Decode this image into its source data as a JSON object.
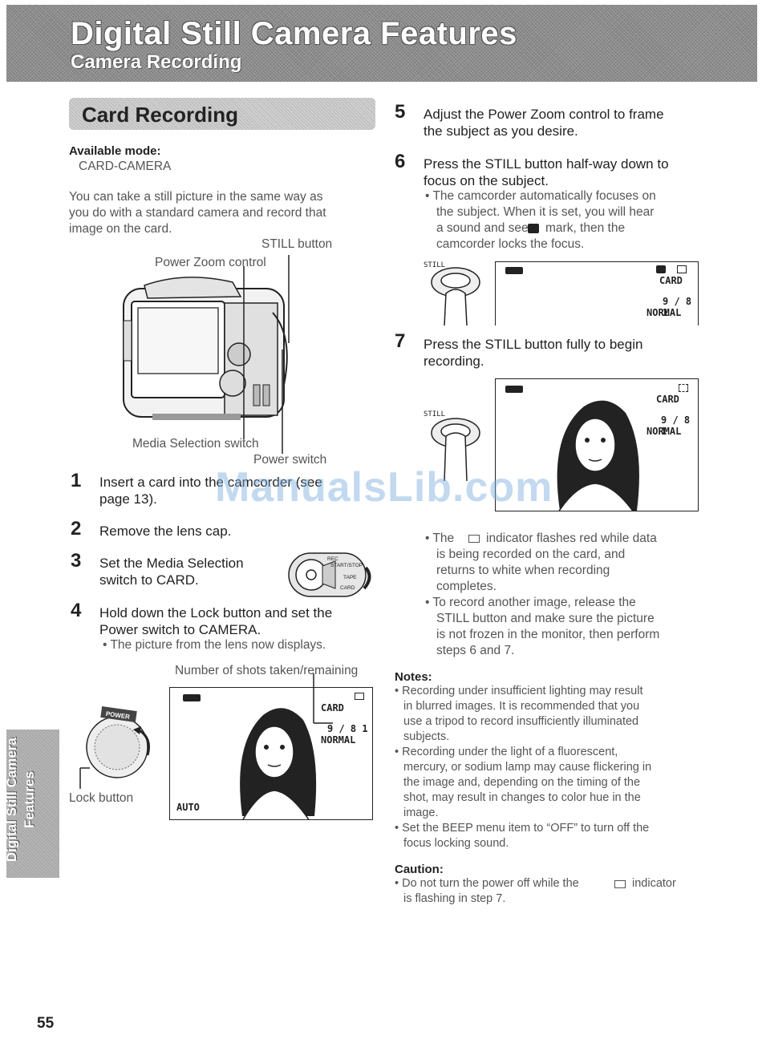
{
  "header": {
    "title": "Digital Still Camera Features",
    "subtitle": "Camera Recording"
  },
  "section": {
    "title": "Card Recording"
  },
  "available_mode": {
    "label": "Available mode:",
    "value": "CARD-CAMERA"
  },
  "intro": [
    "You can take a still picture in the same way as",
    "you do with a standard camera and record that",
    "image on the card."
  ],
  "camera_figure": {
    "still_button": "STILL button",
    "power_zoom": "Power Zoom control",
    "media_selection": "Media Selection switch",
    "power_switch": "Power switch"
  },
  "steps_left": [
    {
      "num": "1",
      "lines": [
        "Insert a card into the camcorder (see",
        "page 13)."
      ]
    },
    {
      "num": "2",
      "lines": [
        "Remove the lens cap."
      ]
    },
    {
      "num": "3",
      "lines": [
        "Set the Media Selection",
        "switch to CARD."
      ]
    },
    {
      "num": "4",
      "lines": [
        "Hold down the Lock button and set the",
        "Power switch to CAMERA."
      ]
    }
  ],
  "step4_bullet": "• The picture from the lens now displays.",
  "mode_switch": {
    "rec": "REC",
    "startstop": "START/STOP",
    "tape": "TAPE",
    "card": "CARD"
  },
  "shots_label": "Number of shots taken/remaining",
  "dial": {
    "power": "POWER",
    "lock_button": "Lock button"
  },
  "screen_main": {
    "card": "CARD",
    "count": "9 / 8 1",
    "quality": "NORMAL",
    "auto": "AUTO"
  },
  "steps_right": [
    {
      "num": "5",
      "lines": [
        "Adjust the Power Zoom control to frame",
        "the subject as you desire."
      ]
    },
    {
      "num": "6",
      "lines": [
        "Press the STILL button half-way down to",
        "focus on the subject."
      ]
    },
    {
      "num": "7",
      "lines": [
        "Press the STILL button fully to begin",
        "recording."
      ]
    }
  ],
  "step6_bullet": [
    "• The camcorder automatically focuses on",
    "the subject. When it is set, you will hear",
    "a sound and see",
    "mark, then the",
    "camcorder locks the focus."
  ],
  "still_label": "STILL",
  "screen_focus": {
    "card": "CARD",
    "count": "9 / 8 1",
    "quality": "NORMAL"
  },
  "screen_record": {
    "card": "CARD",
    "count": "9 / 8 1",
    "quality": "NORMAL"
  },
  "step7_bullets": [
    [
      "• The",
      "indicator flashes red while data",
      "is being recorded on the card, and",
      "returns to white when recording",
      "completes."
    ],
    [
      "• To record another image, release the",
      "STILL button and make sure the picture",
      "is not frozen in the monitor, then perform",
      "steps 6 and 7."
    ]
  ],
  "notes": {
    "label": "Notes:",
    "items": [
      [
        "• Recording under insufficient lighting may result",
        "in blurred images. It is recommended that you",
        "use a tripod to record insufficiently illuminated",
        "subjects."
      ],
      [
        "• Recording under the light of a fluorescent,",
        "mercury, or sodium lamp may cause flickering in",
        "the image and, depending on the timing of the",
        "shot, may result in changes to color hue in the",
        "image."
      ],
      [
        "• Set the BEEP menu item to “OFF” to turn off the",
        "focus locking sound."
      ]
    ]
  },
  "caution": {
    "label": "Caution:",
    "lines": [
      "• Do not turn the power off while the",
      "indicator",
      "is flashing in step 7."
    ]
  },
  "side_tab": [
    "Digital Still Camera",
    "Features"
  ],
  "watermark": "ManualsLib.com",
  "page_number": "55"
}
